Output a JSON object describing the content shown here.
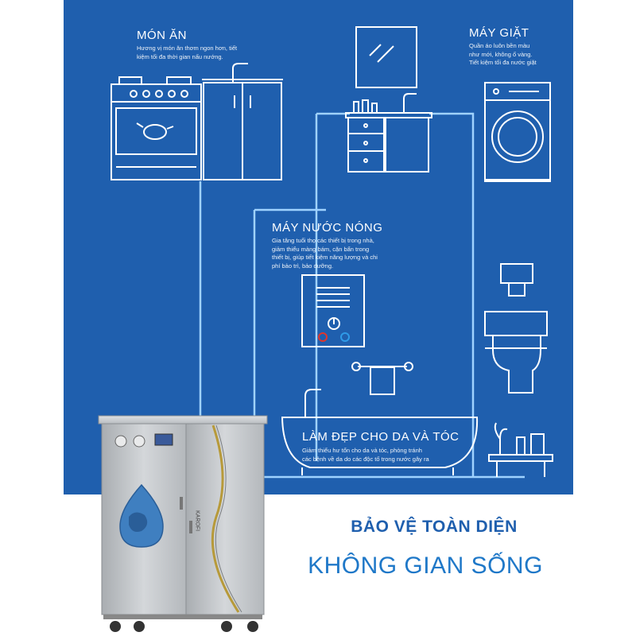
{
  "colors": {
    "panel_blue": "#1f5fae",
    "line_light_blue": "#9fd2ff",
    "tagline_blue": "#1f78c8",
    "cabinet_steel": "#c3c6c9"
  },
  "sections": {
    "cooking": {
      "title": "MÓN ĂN",
      "desc": [
        "Hương vị món ăn thơm ngon hơn, tiết",
        "kiệm tối đa thời gian nấu nướng."
      ]
    },
    "laundry": {
      "title": "MÁY GIẶT",
      "desc": [
        "Quần áo luôn bền màu",
        "như mới, không ố vàng.",
        "Tiết kiệm tối đa nước giặt"
      ]
    },
    "heater": {
      "title": "MÁY NƯỚC NÓNG",
      "desc": [
        "Gia tăng tuổi thọ các thiết bị trong nhà,",
        "giảm thiểu màng bám, cặn bẩn trong",
        "thiết bị, giúp tiết kiệm năng lượng và chi",
        "phí bảo trì, bảo dưỡng."
      ]
    },
    "beauty": {
      "title": "LÀM ĐẸP CHO DA VÀ TÓC",
      "desc": [
        "Giảm thiểu hư tổn cho da và tóc, phòng tránh",
        "các bệnh về da do các độc tố trong nước gây ra"
      ]
    }
  },
  "tagline": {
    "line1": "BẢO VỆ TOÀN DIỆN",
    "line2": "KHÔNG GIAN SỐNG"
  },
  "cabinet": {
    "brand": "KAROFI",
    "icons": [
      "water-drop-globe-icon",
      "pressure-gauge-icon",
      "digital-display-icon"
    ]
  }
}
